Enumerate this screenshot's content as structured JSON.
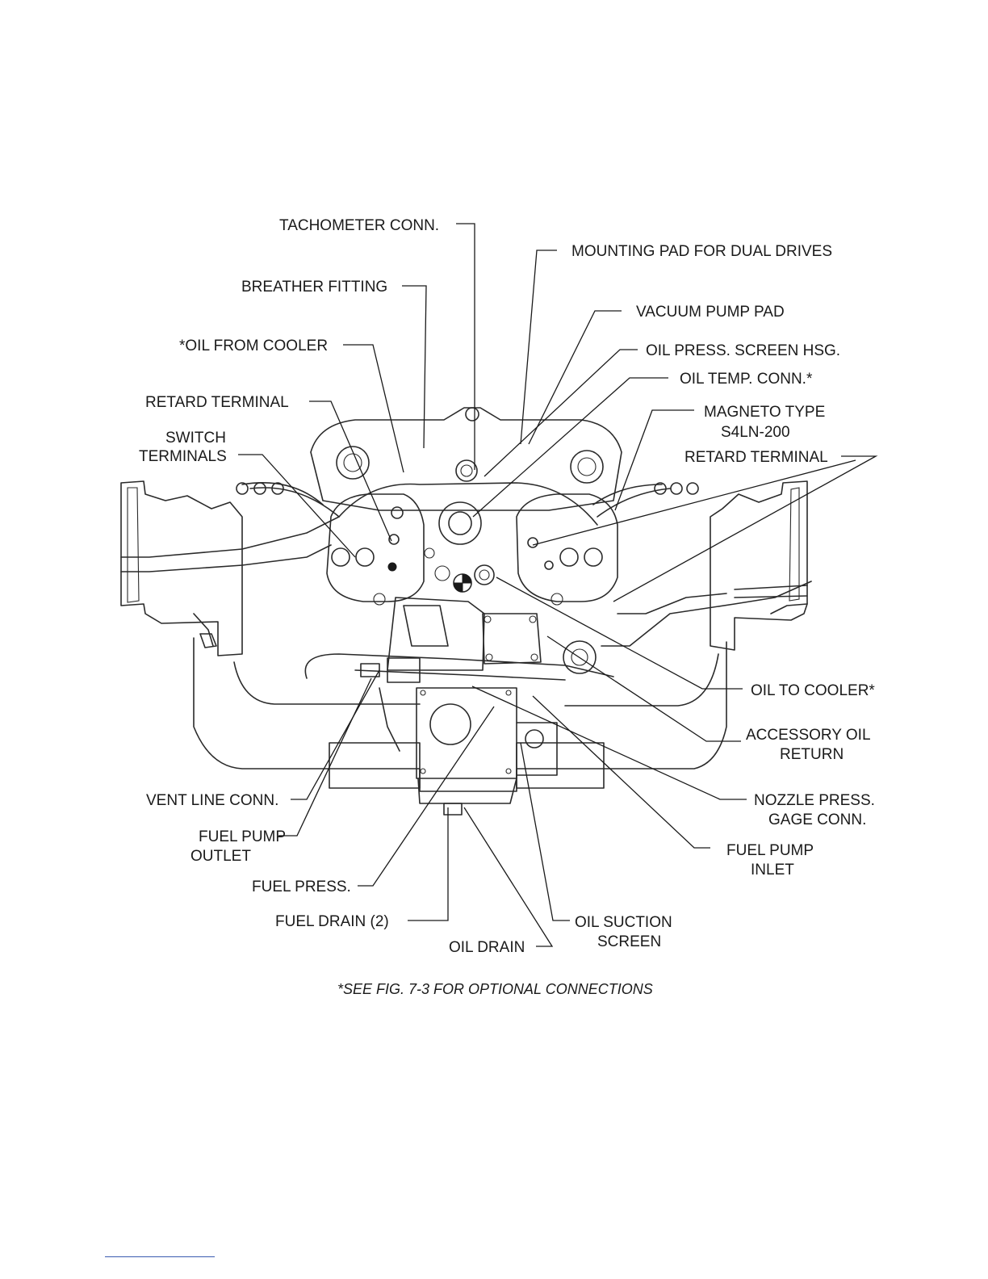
{
  "labels": {
    "tachometer_conn": "TACHOMETER CONN.",
    "mounting_pad": "MOUNTING PAD FOR DUAL DRIVES",
    "breather_fitting": "BREATHER FITTING",
    "vacuum_pump_pad": "VACUUM PUMP PAD",
    "oil_from_cooler": "*OIL FROM COOLER",
    "oil_press_screen": "OIL PRESS. SCREEN HSG.",
    "oil_temp_conn": "OIL TEMP. CONN.*",
    "retard_terminal_left": "RETARD TERMINAL",
    "magneto_type_1": "MAGNETO TYPE",
    "magneto_type_2": "S4LN-200",
    "switch_terminals_1": "SWITCH",
    "switch_terminals_2": "TERMINALS",
    "retard_terminal_right": "RETARD TERMINAL",
    "oil_to_cooler": "OIL TO COOLER*",
    "accessory_oil_1": "ACCESSORY OIL",
    "accessory_oil_2": "RETURN",
    "vent_line_conn": "VENT LINE CONN.",
    "nozzle_press_1": "NOZZLE PRESS.",
    "nozzle_press_2": "GAGE CONN.",
    "fuel_pump_outlet_1": "FUEL PUMP",
    "fuel_pump_outlet_2": "OUTLET",
    "fuel_pump_inlet_1": "FUEL PUMP",
    "fuel_pump_inlet_2": "INLET",
    "fuel_press": "FUEL PRESS.",
    "fuel_drain": "FUEL DRAIN (2)",
    "oil_suction_1": "OIL SUCTION",
    "oil_suction_2": "SCREEN",
    "oil_drain": "OIL DRAIN"
  },
  "footnote": "*SEE FIG. 7-3 FOR OPTIONAL CONNECTIONS"
}
